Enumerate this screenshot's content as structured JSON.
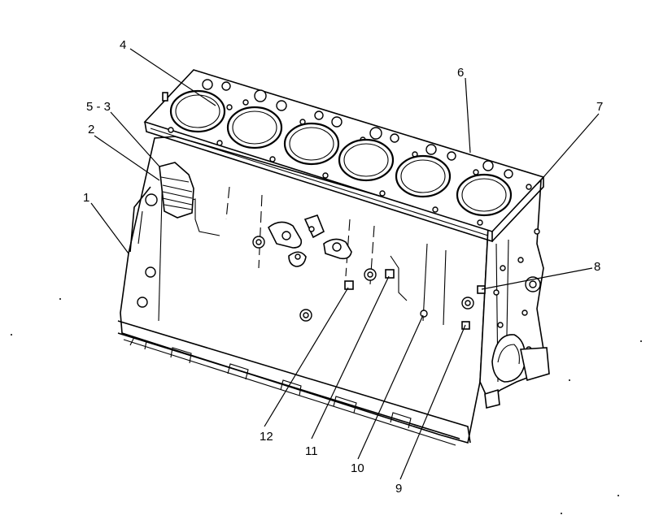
{
  "diagram": {
    "callouts": [
      {
        "id": "c1",
        "label": "1"
      },
      {
        "id": "c2",
        "label": "2"
      },
      {
        "id": "c53",
        "label": "5 - 3"
      },
      {
        "id": "c4",
        "label": "4"
      },
      {
        "id": "c6",
        "label": "6"
      },
      {
        "id": "c7",
        "label": "7"
      },
      {
        "id": "c8",
        "label": "8"
      },
      {
        "id": "c9",
        "label": "9"
      },
      {
        "id": "c10",
        "label": "10"
      },
      {
        "id": "c11",
        "label": "11"
      },
      {
        "id": "c12",
        "label": "12"
      }
    ]
  }
}
